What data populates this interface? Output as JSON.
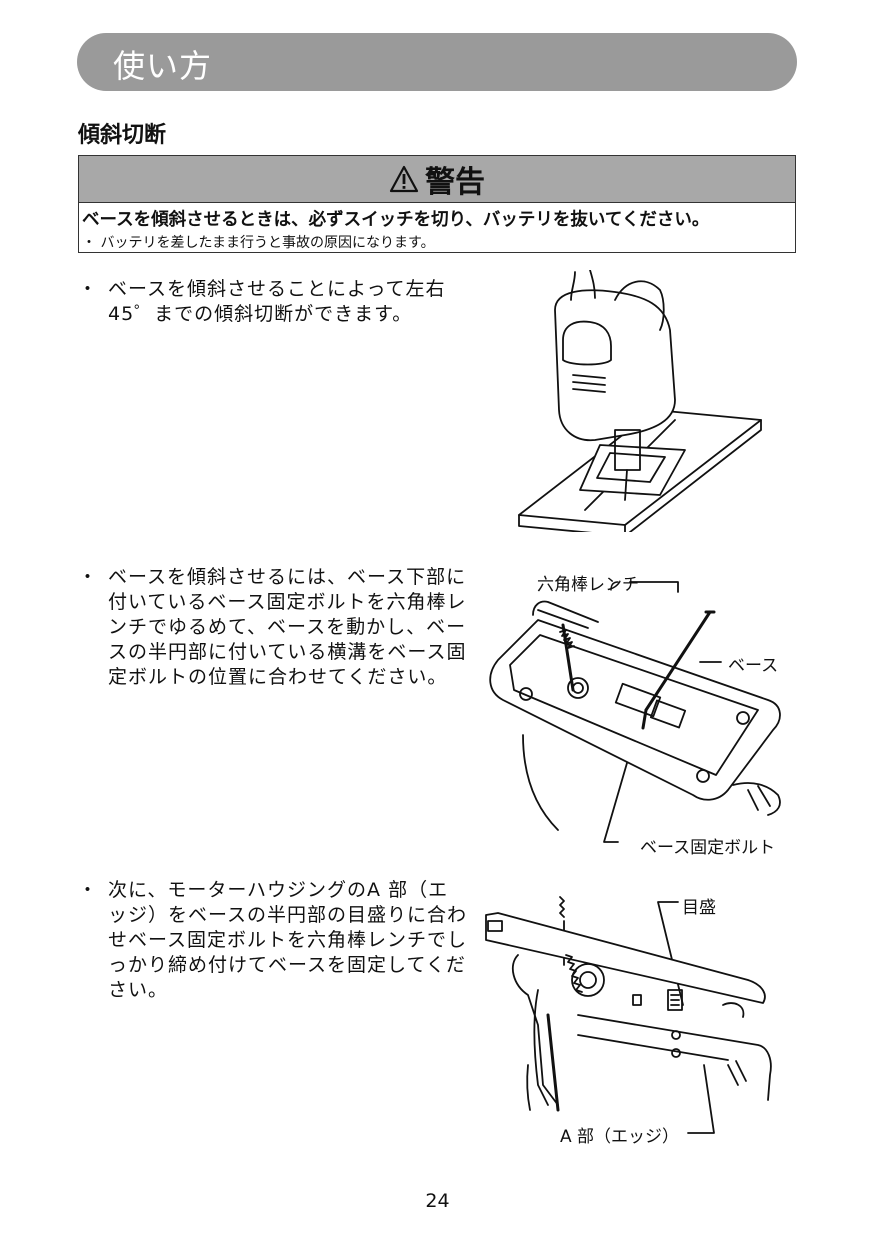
{
  "header": {
    "title": "使い方"
  },
  "section": {
    "heading": "傾斜切断"
  },
  "warning": {
    "title": "警告",
    "main": "ベースを傾斜させるときは、必ずスイッチを切り、バッテリを抜いてください。",
    "note": "・ バッテリを差したまま行うと事故の原因になります。"
  },
  "steps": [
    {
      "bullet": "・",
      "text": "ベースを傾斜させることによって左右 45゜までの傾斜切断ができます。"
    },
    {
      "bullet": "・",
      "text": "ベースを傾斜させるには、ベース下部に付いているベース固定ボルトを六角棒レンチでゆるめて、ベースを動かし、ベースの半円部に付いている横溝をベース固定ボルトの位置に合わせてください。"
    },
    {
      "bullet": "・",
      "text": "次に、モーターハウジングのA 部（エッジ）をベースの半円部の目盛りに合わせベース固定ボルトを六角棒レンチでしっかり締め付けてベースを固定してください。"
    }
  ],
  "figure2": {
    "hex_wrench": "六角棒レンチ",
    "base": "ベース",
    "fixing_bolt": "ベース固定ボルト"
  },
  "figure3": {
    "scale": "目盛",
    "part_a": "A 部（エッジ）"
  },
  "page": {
    "number": "24"
  }
}
